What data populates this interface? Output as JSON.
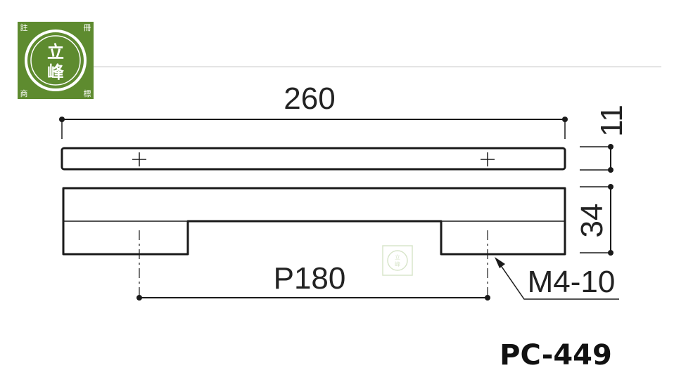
{
  "logo": {
    "corner_top_left": "註",
    "corner_top_right": "冊",
    "corner_bottom_left": "商",
    "corner_bottom_right": "標",
    "center_top": "立",
    "center_bottom": "峰",
    "background_color": "#5e8b2f"
  },
  "dimensions": {
    "overall_length": "260",
    "height_top_bar": "11",
    "height_body": "34",
    "hole_pitch": "P180",
    "screw": "M4-10"
  },
  "model": "PC-449",
  "colors": {
    "line": "#1a1a1a",
    "rule": "#c8c8c8",
    "watermark": "#b9d1a0"
  }
}
